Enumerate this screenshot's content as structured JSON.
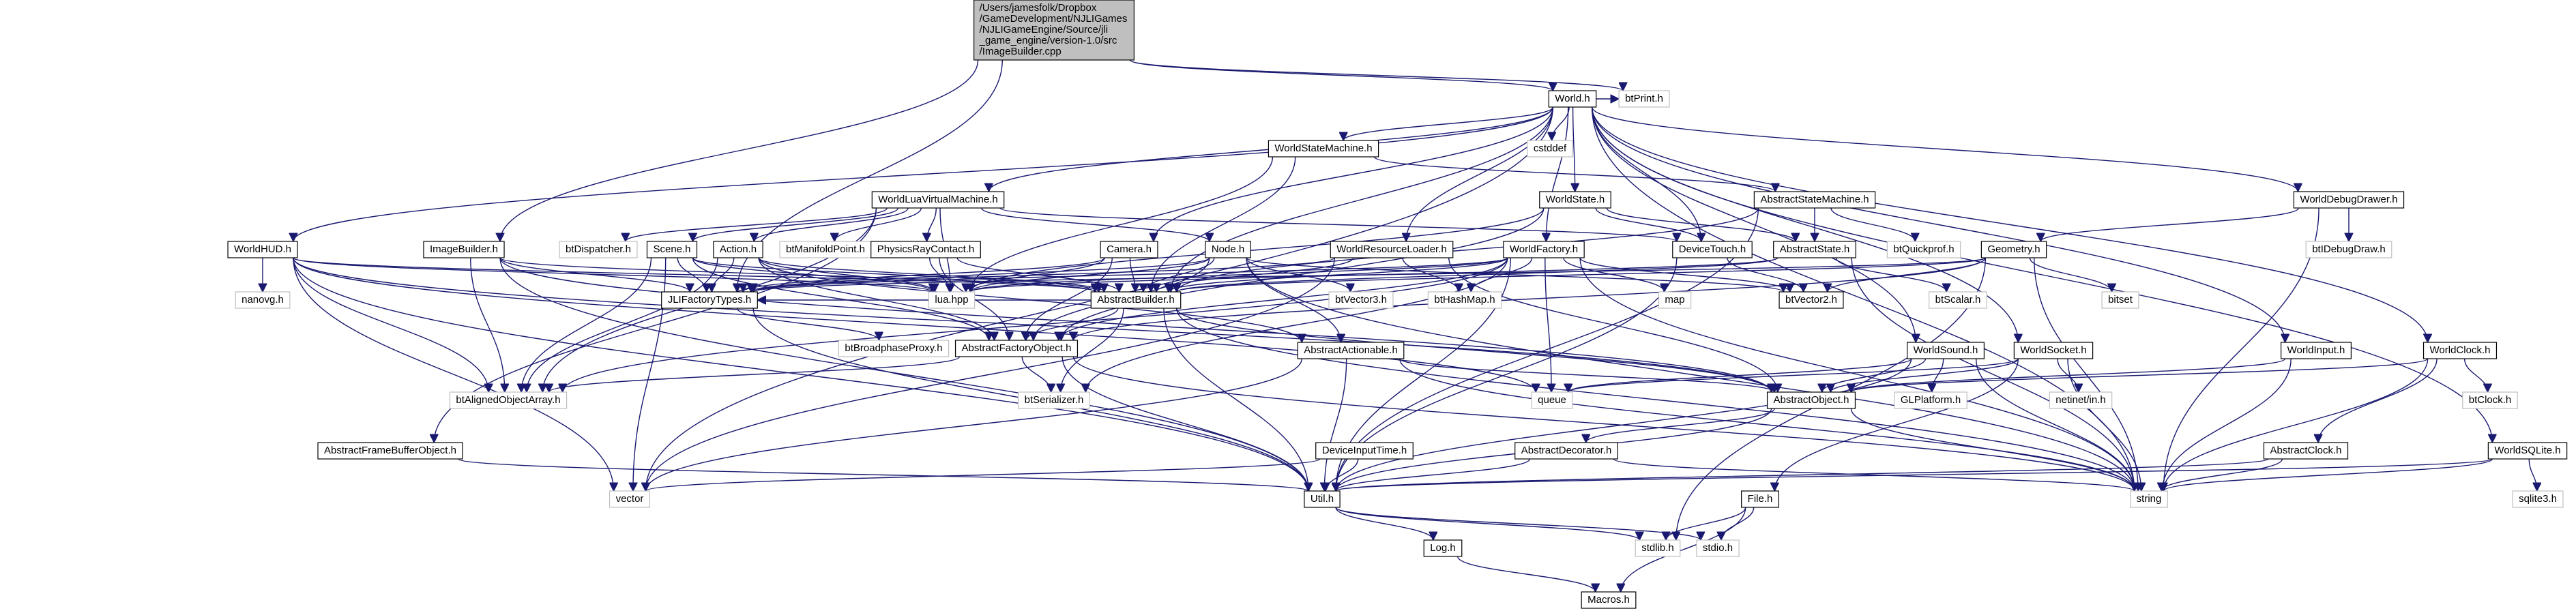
{
  "diagram": {
    "nodes": [
      {
        "id": "root",
        "lines": [
          "/Users/jamesfolk/Dropbox",
          "/GameDevelopment/NJLIGames",
          "/NJLIGameEngine/Source/jli",
          "_game_engine/version-1.0/src",
          "/ImageBuilder.cpp"
        ],
        "kind": "root"
      },
      {
        "id": "world_h",
        "lines": [
          "World.h"
        ],
        "kind": "doc"
      },
      {
        "id": "btprint_h",
        "lines": [
          "btPrint.h"
        ],
        "kind": "ext"
      },
      {
        "id": "cstddef",
        "lines": [
          "cstddef"
        ],
        "kind": "ext"
      },
      {
        "id": "worldstatemachine_h",
        "lines": [
          "WorldStateMachine.h"
        ],
        "kind": "doc"
      },
      {
        "id": "worldluavirtualmachine_h",
        "lines": [
          "WorldLuaVirtualMachine.h"
        ],
        "kind": "doc"
      },
      {
        "id": "worldstate_h",
        "lines": [
          "WorldState.h"
        ],
        "kind": "doc"
      },
      {
        "id": "abstractstatemachine_h",
        "lines": [
          "AbstractStateMachine.h"
        ],
        "kind": "doc"
      },
      {
        "id": "worlddebugdrawer_h",
        "lines": [
          "WorldDebugDrawer.h"
        ],
        "kind": "doc"
      },
      {
        "id": "btidebugdraw_h",
        "lines": [
          "btIDebugDraw.h"
        ],
        "kind": "ext"
      },
      {
        "id": "worldhud_h",
        "lines": [
          "WorldHUD.h"
        ],
        "kind": "doc"
      },
      {
        "id": "imagebuilder_h",
        "lines": [
          "ImageBuilder.h"
        ],
        "kind": "doc"
      },
      {
        "id": "btdispatcher_h",
        "lines": [
          "btDispatcher.h"
        ],
        "kind": "ext"
      },
      {
        "id": "scene_h",
        "lines": [
          "Scene.h"
        ],
        "kind": "doc"
      },
      {
        "id": "action_h",
        "lines": [
          "Action.h"
        ],
        "kind": "doc"
      },
      {
        "id": "btmanifoldpoint_h",
        "lines": [
          "btManifoldPoint.h"
        ],
        "kind": "ext"
      },
      {
        "id": "physicsraycontact_h",
        "lines": [
          "PhysicsRayContact.h"
        ],
        "kind": "doc"
      },
      {
        "id": "camera_h",
        "lines": [
          "Camera.h"
        ],
        "kind": "doc"
      },
      {
        "id": "node_h",
        "lines": [
          "Node.h"
        ],
        "kind": "doc"
      },
      {
        "id": "worldresourceloader_h",
        "lines": [
          "WorldResourceLoader.h"
        ],
        "kind": "doc"
      },
      {
        "id": "worldfactory_h",
        "lines": [
          "WorldFactory.h"
        ],
        "kind": "doc"
      },
      {
        "id": "devicetouch_h",
        "lines": [
          "DeviceTouch.h"
        ],
        "kind": "doc"
      },
      {
        "id": "abstractstate_h",
        "lines": [
          "AbstractState.h"
        ],
        "kind": "doc"
      },
      {
        "id": "btquickprof_h",
        "lines": [
          "btQuickprof.h"
        ],
        "kind": "ext"
      },
      {
        "id": "geometry_h",
        "lines": [
          "Geometry.h"
        ],
        "kind": "doc"
      },
      {
        "id": "nanovg_h",
        "lines": [
          "nanovg.h"
        ],
        "kind": "ext"
      },
      {
        "id": "jlifactorytypes_h",
        "lines": [
          "JLIFactoryTypes.h"
        ],
        "kind": "doc"
      },
      {
        "id": "lua_hpp",
        "lines": [
          "lua.hpp"
        ],
        "kind": "ext"
      },
      {
        "id": "abstractbuilder_h",
        "lines": [
          "AbstractBuilder.h"
        ],
        "kind": "doc"
      },
      {
        "id": "btvector3_h",
        "lines": [
          "btVector3.h"
        ],
        "kind": "ext"
      },
      {
        "id": "bthashmap_h",
        "lines": [
          "btHashMap.h"
        ],
        "kind": "ext"
      },
      {
        "id": "map",
        "lines": [
          "map"
        ],
        "kind": "ext"
      },
      {
        "id": "btvector2_h",
        "lines": [
          "btVector2.h"
        ],
        "kind": "doc"
      },
      {
        "id": "btscalar_h",
        "lines": [
          "btScalar.h"
        ],
        "kind": "ext"
      },
      {
        "id": "bitset",
        "lines": [
          "bitset"
        ],
        "kind": "ext"
      },
      {
        "id": "btbroadphaseproxy_h",
        "lines": [
          "btBroadphaseProxy.h"
        ],
        "kind": "ext"
      },
      {
        "id": "abstractfactoryobject_h",
        "lines": [
          "AbstractFactoryObject.h"
        ],
        "kind": "doc"
      },
      {
        "id": "abstractactionable_h",
        "lines": [
          "AbstractActionable.h"
        ],
        "kind": "doc"
      },
      {
        "id": "worldsound_h",
        "lines": [
          "WorldSound.h"
        ],
        "kind": "doc"
      },
      {
        "id": "worldsocket_h",
        "lines": [
          "WorldSocket.h"
        ],
        "kind": "doc"
      },
      {
        "id": "worldinput_h",
        "lines": [
          "WorldInput.h"
        ],
        "kind": "doc"
      },
      {
        "id": "worldclock_h",
        "lines": [
          "WorldClock.h"
        ],
        "kind": "doc"
      },
      {
        "id": "btalignedobjectarray_h",
        "lines": [
          "btAlignedObjectArray.h"
        ],
        "kind": "ext"
      },
      {
        "id": "btserializer_h",
        "lines": [
          "btSerializer.h"
        ],
        "kind": "ext"
      },
      {
        "id": "queue",
        "lines": [
          "queue"
        ],
        "kind": "ext"
      },
      {
        "id": "abstractobject_h",
        "lines": [
          "AbstractObject.h"
        ],
        "kind": "doc"
      },
      {
        "id": "glplatform_h",
        "lines": [
          "GLPlatform.h"
        ],
        "kind": "ext"
      },
      {
        "id": "netinet_in_h",
        "lines": [
          "netinet/in.h"
        ],
        "kind": "ext"
      },
      {
        "id": "btclock_h",
        "lines": [
          "btClock.h"
        ],
        "kind": "ext"
      },
      {
        "id": "abstractframebufferobject_h",
        "lines": [
          "AbstractFrameBufferObject.h"
        ],
        "kind": "doc"
      },
      {
        "id": "deviceinputtime_h",
        "lines": [
          "DeviceInputTime.h"
        ],
        "kind": "doc"
      },
      {
        "id": "abstractdecorator_h",
        "lines": [
          "AbstractDecorator.h"
        ],
        "kind": "doc"
      },
      {
        "id": "abstractclock_h",
        "lines": [
          "AbstractClock.h"
        ],
        "kind": "doc"
      },
      {
        "id": "worldsqlite_h",
        "lines": [
          "WorldSQLite.h"
        ],
        "kind": "doc"
      },
      {
        "id": "vector",
        "lines": [
          "vector"
        ],
        "kind": "ext"
      },
      {
        "id": "util_h",
        "lines": [
          "Util.h"
        ],
        "kind": "doc"
      },
      {
        "id": "file_h",
        "lines": [
          "File.h"
        ],
        "kind": "doc"
      },
      {
        "id": "string",
        "lines": [
          "string"
        ],
        "kind": "ext"
      },
      {
        "id": "sqlite3_h",
        "lines": [
          "sqlite3.h"
        ],
        "kind": "ext"
      },
      {
        "id": "log_h",
        "lines": [
          "Log.h"
        ],
        "kind": "doc"
      },
      {
        "id": "stdlib_h",
        "lines": [
          "stdlib.h"
        ],
        "kind": "ext"
      },
      {
        "id": "stdio_h",
        "lines": [
          "stdio.h"
        ],
        "kind": "ext"
      },
      {
        "id": "macros_h",
        "lines": [
          "Macros.h"
        ],
        "kind": "doc"
      }
    ],
    "edges": [
      [
        "root",
        "world_h"
      ],
      [
        "root",
        "btprint_h"
      ],
      [
        "root",
        "imagebuilder_h"
      ],
      [
        "root",
        "jlifactorytypes_h"
      ],
      [
        "world_h",
        "btprint_h"
      ],
      [
        "world_h",
        "cstddef"
      ],
      [
        "world_h",
        "worldstatemachine_h"
      ],
      [
        "world_h",
        "worldluavirtualmachine_h"
      ],
      [
        "world_h",
        "worldstate_h"
      ],
      [
        "world_h",
        "worlddebugdrawer_h"
      ],
      [
        "world_h",
        "worldhud_h"
      ],
      [
        "world_h",
        "camera_h"
      ],
      [
        "world_h",
        "worldresourceloader_h"
      ],
      [
        "world_h",
        "worldfactory_h"
      ],
      [
        "world_h",
        "worldsound_h"
      ],
      [
        "world_h",
        "worldsocket_h"
      ],
      [
        "world_h",
        "worldinput_h"
      ],
      [
        "world_h",
        "worldclock_h"
      ],
      [
        "world_h",
        "worldsqlite_h"
      ],
      [
        "world_h",
        "string"
      ],
      [
        "world_h",
        "abstractbuilder_h"
      ],
      [
        "world_h",
        "devicetouch_h"
      ],
      [
        "world_h",
        "vector"
      ],
      [
        "worldstatemachine_h",
        "abstractstatemachine_h"
      ],
      [
        "worldstatemachine_h",
        "abstractbuilder_h"
      ],
      [
        "worldstatemachine_h",
        "lua_hpp"
      ],
      [
        "abstractstatemachine_h",
        "abstractstate_h"
      ],
      [
        "abstractstatemachine_h",
        "btquickprof_h"
      ],
      [
        "abstractstatemachine_h",
        "abstractbuilder_h"
      ],
      [
        "abstractstatemachine_h",
        "util_h"
      ],
      [
        "worldluavirtualmachine_h",
        "lua_hpp"
      ],
      [
        "worldluavirtualmachine_h",
        "btdispatcher_h"
      ],
      [
        "worldluavirtualmachine_h",
        "scene_h"
      ],
      [
        "worldluavirtualmachine_h",
        "action_h"
      ],
      [
        "worldluavirtualmachine_h",
        "btmanifoldpoint_h"
      ],
      [
        "worldluavirtualmachine_h",
        "physicsraycontact_h"
      ],
      [
        "worldluavirtualmachine_h",
        "node_h"
      ],
      [
        "worldluavirtualmachine_h",
        "devicetouch_h"
      ],
      [
        "worldluavirtualmachine_h",
        "abstractframebufferobject_h"
      ],
      [
        "worldluavirtualmachine_h",
        "btalignedobjectarray_h"
      ],
      [
        "worldstate_h",
        "abstractstate_h"
      ],
      [
        "worldstate_h",
        "devicetouch_h"
      ],
      [
        "worldstate_h",
        "lua_hpp"
      ],
      [
        "worldstate_h",
        "abstractfactoryobject_h"
      ],
      [
        "worlddebugdrawer_h",
        "btidebugdraw_h"
      ],
      [
        "worlddebugdrawer_h",
        "geometry_h"
      ],
      [
        "worlddebugdrawer_h",
        "string"
      ],
      [
        "worldhud_h",
        "nanovg_h"
      ],
      [
        "worldhud_h",
        "abstractbuilder_h"
      ],
      [
        "worldhud_h",
        "btalignedobjectarray_h"
      ],
      [
        "worldhud_h",
        "vector"
      ],
      [
        "worldhud_h",
        "util_h"
      ],
      [
        "worldhud_h",
        "abstractobject_h"
      ],
      [
        "worldhud_h",
        "queue"
      ],
      [
        "worldhud_h",
        "lua_hpp"
      ],
      [
        "imagebuilder_h",
        "jlifactorytypes_h"
      ],
      [
        "imagebuilder_h",
        "abstractbuilder_h"
      ],
      [
        "imagebuilder_h",
        "btalignedobjectarray_h"
      ],
      [
        "imagebuilder_h",
        "abstractobject_h"
      ],
      [
        "imagebuilder_h",
        "util_h"
      ],
      [
        "scene_h",
        "jlifactorytypes_h"
      ],
      [
        "scene_h",
        "lua_hpp"
      ],
      [
        "scene_h",
        "abstractbuilder_h"
      ],
      [
        "scene_h",
        "btalignedobjectarray_h"
      ],
      [
        "scene_h",
        "abstractfactoryobject_h"
      ],
      [
        "scene_h",
        "vector"
      ],
      [
        "action_h",
        "jlifactorytypes_h"
      ],
      [
        "action_h",
        "abstractbuilder_h"
      ],
      [
        "action_h",
        "abstractfactoryobject_h"
      ],
      [
        "action_h",
        "btalignedobjectarray_h"
      ],
      [
        "action_h",
        "lua_hpp"
      ],
      [
        "action_h",
        "abstractactionable_h"
      ],
      [
        "physicsraycontact_h",
        "lua_hpp"
      ],
      [
        "physicsraycontact_h",
        "abstractfactoryobject_h"
      ],
      [
        "physicsraycontact_h",
        "abstractbuilder_h"
      ],
      [
        "camera_h",
        "jlifactorytypes_h"
      ],
      [
        "camera_h",
        "abstractbuilder_h"
      ],
      [
        "camera_h",
        "abstractfactoryobject_h"
      ],
      [
        "camera_h",
        "lua_hpp"
      ],
      [
        "node_h",
        "abstractbuilder_h"
      ],
      [
        "node_h",
        "abstractfactoryobject_h"
      ],
      [
        "node_h",
        "abstractactionable_h"
      ],
      [
        "node_h",
        "lua_hpp"
      ],
      [
        "node_h",
        "btvector3_h"
      ],
      [
        "node_h",
        "string"
      ],
      [
        "node_h",
        "btvector2_h"
      ],
      [
        "node_h",
        "jlifactorytypes_h"
      ],
      [
        "worldresourceloader_h",
        "abstractbuilder_h"
      ],
      [
        "worldresourceloader_h",
        "bthashmap_h"
      ],
      [
        "worldresourceloader_h",
        "abstractobject_h"
      ],
      [
        "worldresourceloader_h",
        "vector"
      ],
      [
        "worldresourceloader_h",
        "jlifactorytypes_h"
      ],
      [
        "worldfactory_h",
        "abstractbuilder_h"
      ],
      [
        "worldfactory_h",
        "bthashmap_h"
      ],
      [
        "worldfactory_h",
        "map"
      ],
      [
        "worldfactory_h",
        "btvector2_h"
      ],
      [
        "worldfactory_h",
        "abstractfactoryobject_h"
      ],
      [
        "worldfactory_h",
        "queue"
      ],
      [
        "worldfactory_h",
        "string"
      ],
      [
        "worldfactory_h",
        "jlifactorytypes_h"
      ],
      [
        "worldfactory_h",
        "util_h"
      ],
      [
        "worldfactory_h",
        "btalignedobjectarray_h"
      ],
      [
        "worldfactory_h",
        "btserializer_h"
      ],
      [
        "worldfactory_h",
        "lua_hpp"
      ],
      [
        "devicetouch_h",
        "btvector2_h"
      ],
      [
        "devicetouch_h",
        "util_h"
      ],
      [
        "abstractstate_h",
        "btscalar_h"
      ],
      [
        "abstractstate_h",
        "abstractbuilder_h"
      ],
      [
        "abstractstate_h",
        "lua_hpp"
      ],
      [
        "abstractstate_h",
        "string"
      ],
      [
        "geometry_h",
        "bitset"
      ],
      [
        "geometry_h",
        "btvector2_h"
      ],
      [
        "geometry_h",
        "abstractbuilder_h"
      ],
      [
        "geometry_h",
        "abstractfactoryobject_h"
      ],
      [
        "geometry_h",
        "string"
      ],
      [
        "geometry_h",
        "stdlib_h"
      ],
      [
        "geometry_h",
        "jlifactorytypes_h"
      ],
      [
        "jlifactorytypes_h",
        "btbroadphaseproxy_h"
      ],
      [
        "jlifactorytypes_h",
        "util_h"
      ],
      [
        "abstractbuilder_h",
        "abstractfactoryobject_h"
      ],
      [
        "abstractbuilder_h",
        "btserializer_h"
      ],
      [
        "abstractbuilder_h",
        "util_h"
      ],
      [
        "abstractbuilder_h",
        "string"
      ],
      [
        "abstractbuilder_h",
        "jlifactorytypes_h"
      ],
      [
        "abstractbuilder_h",
        "abstractobject_h"
      ],
      [
        "abstractfactoryobject_h",
        "btserializer_h"
      ],
      [
        "abstractfactoryobject_h",
        "btalignedobjectarray_h"
      ],
      [
        "abstractfactoryobject_h",
        "util_h"
      ],
      [
        "abstractfactoryobject_h",
        "string"
      ],
      [
        "abstractactionable_h",
        "abstractobject_h"
      ],
      [
        "abstractactionable_h",
        "util_h"
      ],
      [
        "abstractactionable_h",
        "vector"
      ],
      [
        "abstractactionable_h",
        "string"
      ],
      [
        "worldsound_h",
        "glplatform_h"
      ],
      [
        "worldsound_h",
        "abstractobject_h"
      ],
      [
        "worldsound_h",
        "string"
      ],
      [
        "worldsound_h",
        "util_h"
      ],
      [
        "worldsound_h",
        "queue"
      ],
      [
        "worldsocket_h",
        "netinet_in_h"
      ],
      [
        "worldsocket_h",
        "abstractobject_h"
      ],
      [
        "worldsocket_h",
        "string"
      ],
      [
        "worldsocket_h",
        "file_h"
      ],
      [
        "worldsocket_h",
        "queue"
      ],
      [
        "worldinput_h",
        "abstractobject_h"
      ],
      [
        "worldinput_h",
        "string"
      ],
      [
        "worldclock_h",
        "btclock_h"
      ],
      [
        "worldclock_h",
        "abstractclock_h"
      ],
      [
        "worldclock_h",
        "string"
      ],
      [
        "worldclock_h",
        "abstractobject_h"
      ],
      [
        "abstractobject_h",
        "abstractdecorator_h"
      ],
      [
        "abstractobject_h",
        "string"
      ],
      [
        "abstractobject_h",
        "util_h"
      ],
      [
        "abstractdecorator_h",
        "util_h"
      ],
      [
        "abstractdecorator_h",
        "string"
      ],
      [
        "abstractclock_h",
        "util_h"
      ],
      [
        "abstractclock_h",
        "string"
      ],
      [
        "abstractframebufferobject_h",
        "util_h"
      ],
      [
        "deviceinputtime_h",
        "util_h"
      ],
      [
        "deviceinputtime_h",
        "vector"
      ],
      [
        "worldsqlite_h",
        "sqlite3_h"
      ],
      [
        "worldsqlite_h",
        "string"
      ],
      [
        "worldsqlite_h",
        "util_h"
      ],
      [
        "util_h",
        "log_h"
      ],
      [
        "util_h",
        "stdlib_h"
      ],
      [
        "util_h",
        "stdio_h"
      ],
      [
        "file_h",
        "stdlib_h"
      ],
      [
        "file_h",
        "stdio_h"
      ],
      [
        "file_h",
        "macros_h"
      ],
      [
        "log_h",
        "macros_h"
      ]
    ]
  }
}
